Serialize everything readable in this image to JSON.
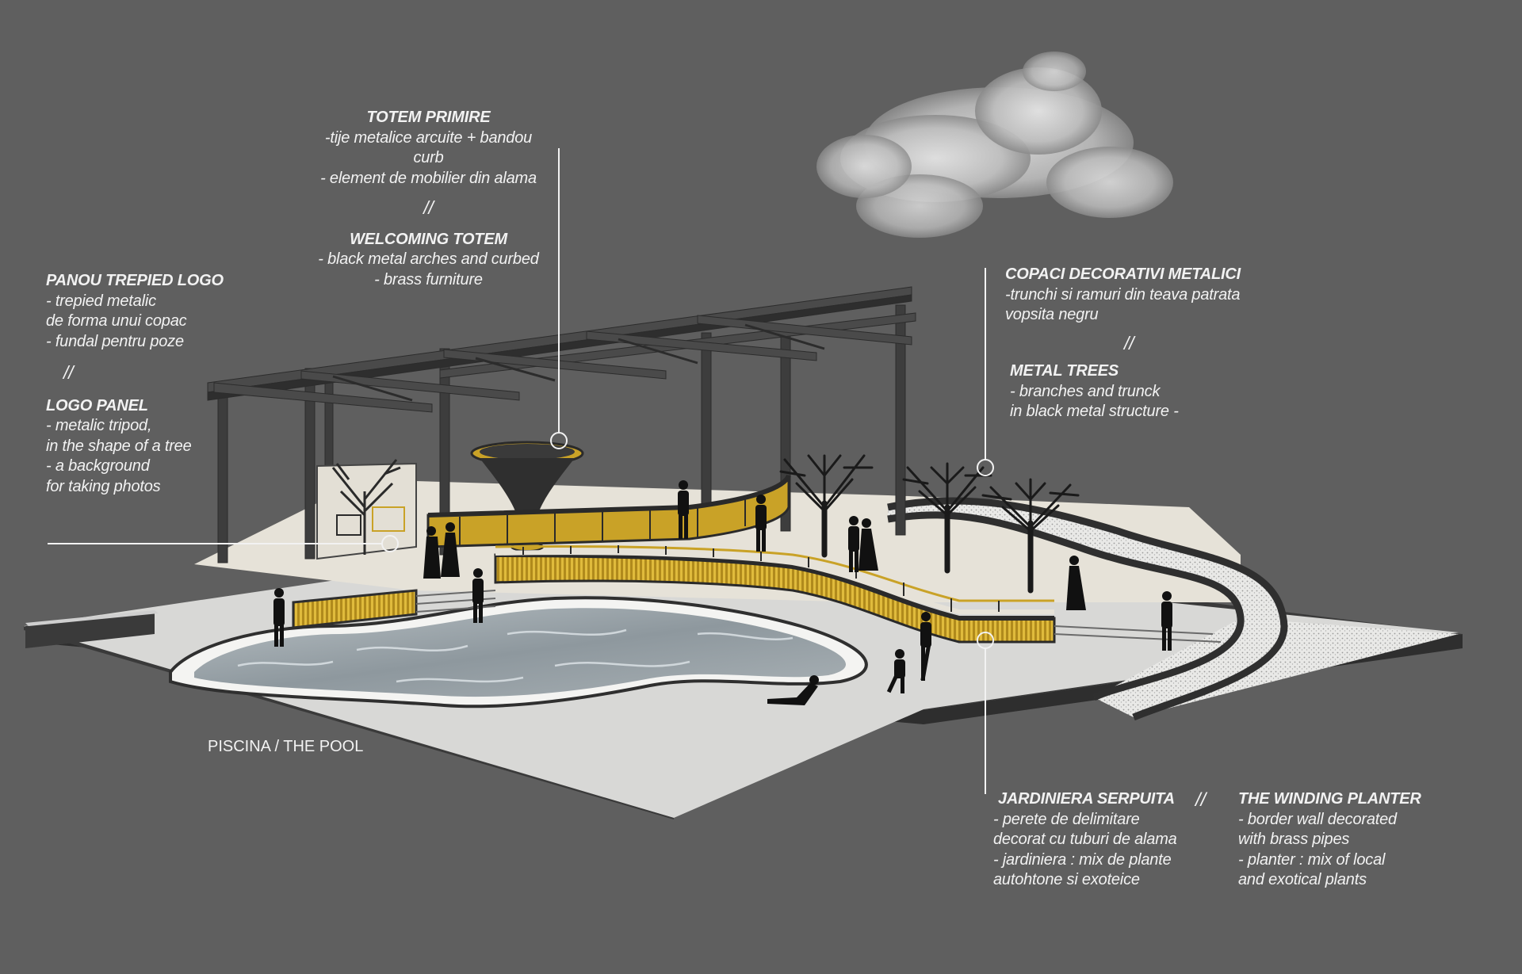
{
  "annotations": {
    "totem": {
      "title_ro": "TOTEM PRIMIRE",
      "lines_ro": [
        "-tije metalice arcuite + bandou curb",
        "- element de mobilier din alama"
      ],
      "separator": "//",
      "title_en": "WELCOMING TOTEM",
      "lines_en": [
        "- black metal arches and curbed",
        "- brass furniture"
      ]
    },
    "logo_panel": {
      "title_ro": "PANOU TREPIED LOGO",
      "lines_ro": [
        "- trepied metalic",
        "de forma unui copac",
        "- fundal pentru poze"
      ],
      "separator": "//",
      "title_en": "LOGO PANEL",
      "lines_en": [
        "- metalic tripod,",
        "in the shape of a tree",
        "- a background",
        "for taking photos"
      ]
    },
    "metal_trees": {
      "title_ro": "COPACI DECORATIVI METALICI",
      "lines_ro": [
        "-trunchi si ramuri din teava patrata",
        "vopsita negru"
      ],
      "separator": "//",
      "title_en": "METAL TREES",
      "lines_en": [
        "- branches and trunck",
        "in black metal structure -"
      ]
    },
    "planter_ro": {
      "title": "JARDINIERA SERPUITA",
      "lines": [
        "- perete de delimitare",
        "decorat cu tuburi de alama",
        "- jardiniera : mix de plante",
        "autohtone si exoteice"
      ]
    },
    "planter_separator": "//",
    "planter_en": {
      "title": "THE WINDING PLANTER",
      "lines": [
        "- border wall decorated",
        "with brass pipes",
        "- planter : mix of local",
        "and exotical plants"
      ]
    },
    "pool_label": "PISCINA / THE POOL"
  },
  "colors": {
    "background": "#5f5f5f",
    "ground": "#d8d8d6",
    "terrace": "#e6e2d8",
    "metal": "#3a3a3a",
    "brass": "#c9a227",
    "water": "#9aa3a8",
    "silhouette": "#111111",
    "text": "#f2f2f2"
  }
}
